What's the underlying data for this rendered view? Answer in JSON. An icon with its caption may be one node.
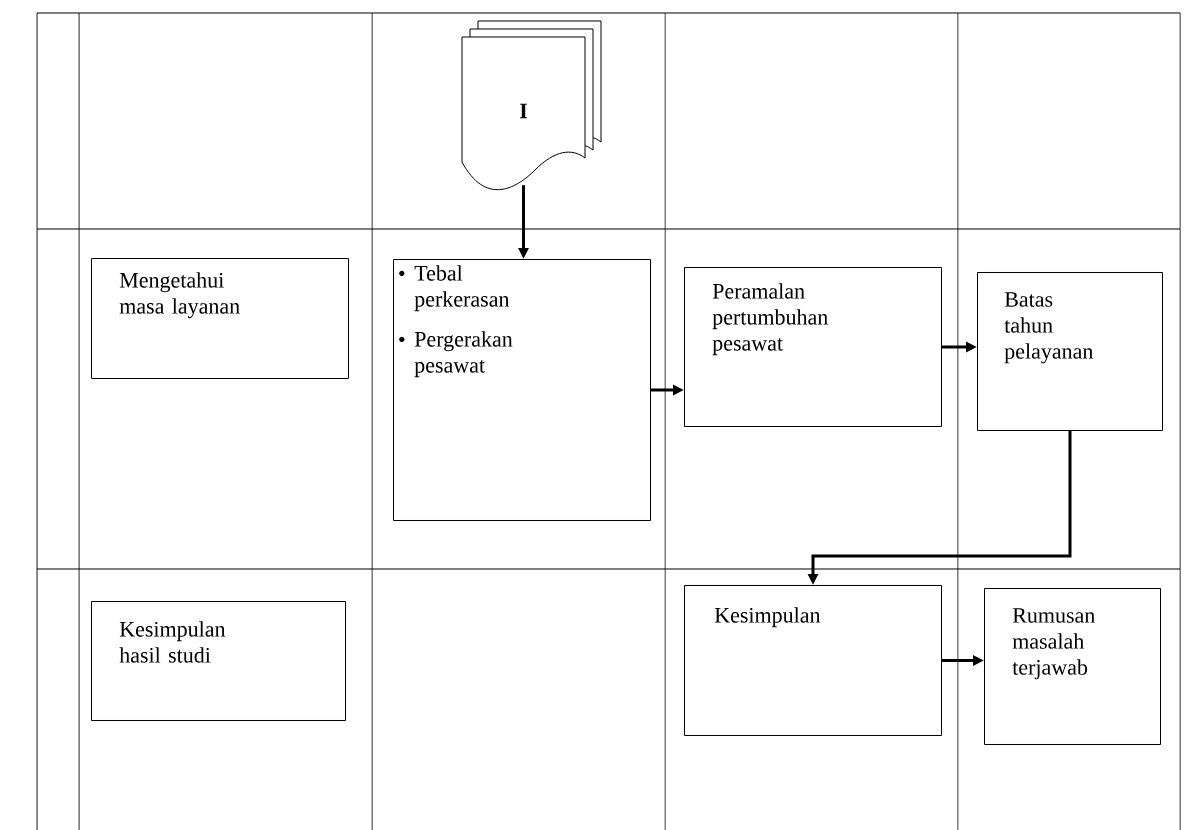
{
  "diagram": {
    "nodes": [
      {
        "text": [
          "I"
        ]
      },
      {
        "text": [
          "Mengetahui masa layanan"
        ]
      },
      {
        "text": [
          "Tebal perkerasan",
          "Pergerakan pesawat"
        ]
      },
      {
        "text": [
          "Peramalan pertumbuhan pesawat"
        ]
      },
      {
        "text": [
          "Batas tahun pelayanan"
        ]
      },
      {
        "text": [
          "Kesimpulan hasil studi"
        ]
      },
      {
        "text": [
          "Kesimpulan"
        ]
      },
      {
        "text": [
          "Rumusan masalah terjawab"
        ]
      }
    ],
    "edges": [
      {
        "from": 0,
        "to": 2,
        "arrow": "to"
      },
      {
        "from": 2,
        "to": 3,
        "arrow": "to"
      },
      {
        "from": 3,
        "to": 4,
        "arrow": "to"
      },
      {
        "from": 4,
        "to": 6,
        "arrow": "to"
      },
      {
        "from": 6,
        "to": 7,
        "arrow": "to"
      }
    ]
  }
}
